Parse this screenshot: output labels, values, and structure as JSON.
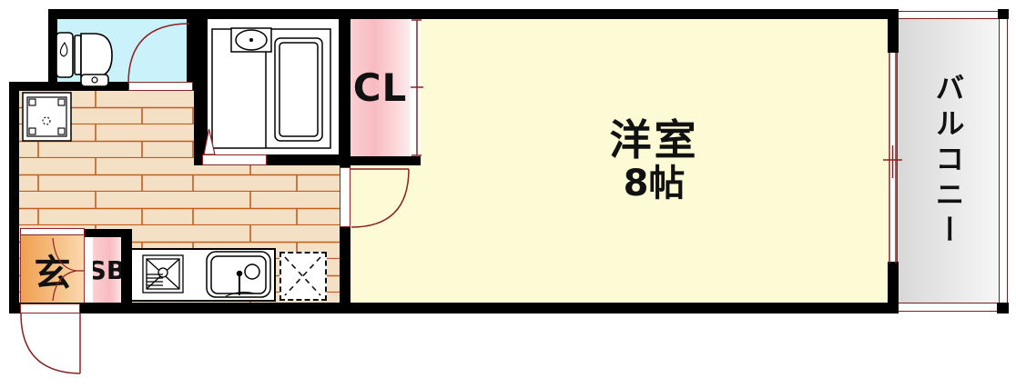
{
  "plan": {
    "type": "apartment-floor-plan",
    "rooms": {
      "western_room": {
        "name": "洋室",
        "size": "8帖",
        "fill": "#fdfad6"
      },
      "balcony": {
        "name": "バルコニー",
        "fill_start": "#d8d8d8",
        "fill_end": "#f6f6f6"
      },
      "closet": {
        "abbr": "CL",
        "fill": "#f7bbc0"
      },
      "shoe_box": {
        "abbr": "SB",
        "fill": "#f7bbc0"
      },
      "entrance": {
        "abbr": "玄",
        "fill_start": "#efa050",
        "fill_end": "#fbd9ad"
      },
      "toilet_room": {
        "fill": "#c9f2fa"
      },
      "hall_kitchen": {
        "floor_fill": "#f4e1c5",
        "plank_line": "#bf5e1d"
      }
    },
    "fixtures": [
      "toilet-icon",
      "bathtub-icon",
      "wash-basin-icon",
      "washing-machine-pan-icon",
      "stove-icon",
      "kitchen-sink-icon",
      "fridge-space-icon",
      "folding-door-icon"
    ],
    "symbols": [
      "door-swing-arc",
      "sliding-window",
      "closet-door-line"
    ],
    "colors": {
      "wall": "#000000",
      "symbol_red": "#8b2222",
      "balcony_border": "#7a1f1f"
    }
  }
}
